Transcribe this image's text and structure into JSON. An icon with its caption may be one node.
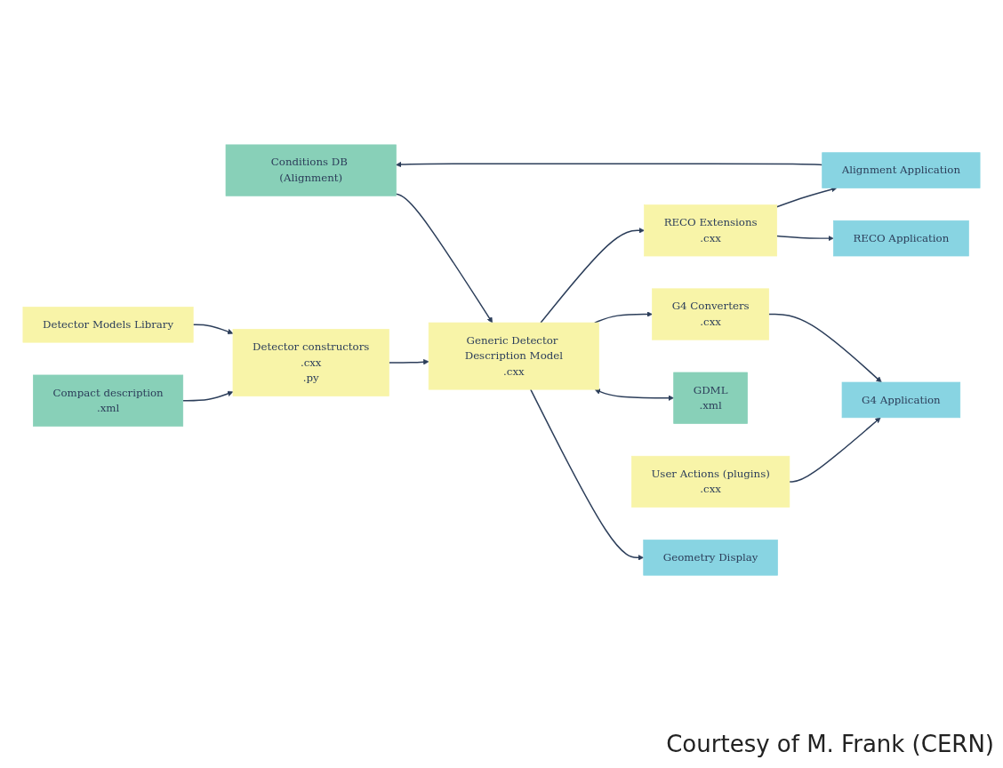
{
  "diagram": {
    "caption": "Courtesy of M. Frank (CERN)",
    "nodes": [
      {
        "text": [
          "Conditions DB (Alignment)"
        ]
      },
      {
        "text": [
          "Compact description",
          ".xml"
        ]
      },
      {
        "text": [
          "Detector constructors",
          ".cxx",
          ".py"
        ]
      },
      {
        "text": [
          "Generic Detector Description Model",
          ".cxx"
        ]
      },
      {
        "text": [
          "Geometry Display"
        ]
      },
      {
        "text": [
          "GDML",
          ".xml"
        ]
      },
      {
        "text": [
          "Detector Models Library"
        ]
      },
      {
        "text": [
          "G4 Converters",
          ".cxx"
        ]
      },
      {
        "text": [
          "RECO Extensions",
          ".cxx"
        ]
      },
      {
        "text": [
          "User Actions (plugins)",
          ".cxx"
        ]
      },
      {
        "text": [
          "G4 Application"
        ]
      },
      {
        "text": [
          "RECO Application"
        ]
      },
      {
        "text": [
          "Alignment Application"
        ]
      }
    ],
    "edges": [
      {
        "from": 0,
        "to": 3,
        "arrow": "to"
      },
      {
        "from": 1,
        "to": 2,
        "arrow": "to"
      },
      {
        "from": 6,
        "to": 2,
        "arrow": "to"
      },
      {
        "from": 2,
        "to": 3,
        "arrow": "to"
      },
      {
        "from": 3,
        "to": 4,
        "arrow": "to"
      },
      {
        "from": 3,
        "to": 5,
        "arrow": "both"
      },
      {
        "from": 3,
        "to": 7,
        "arrow": "to"
      },
      {
        "from": 3,
        "to": 8,
        "arrow": "to"
      },
      {
        "from": 7,
        "to": 10,
        "arrow": "to"
      },
      {
        "from": 8,
        "to": 11,
        "arrow": "to"
      },
      {
        "from": 8,
        "to": 12,
        "arrow": "to"
      },
      {
        "from": 9,
        "to": 10,
        "arrow": "to"
      },
      {
        "from": 12,
        "to": 0,
        "arrow": "to"
      }
    ]
  }
}
